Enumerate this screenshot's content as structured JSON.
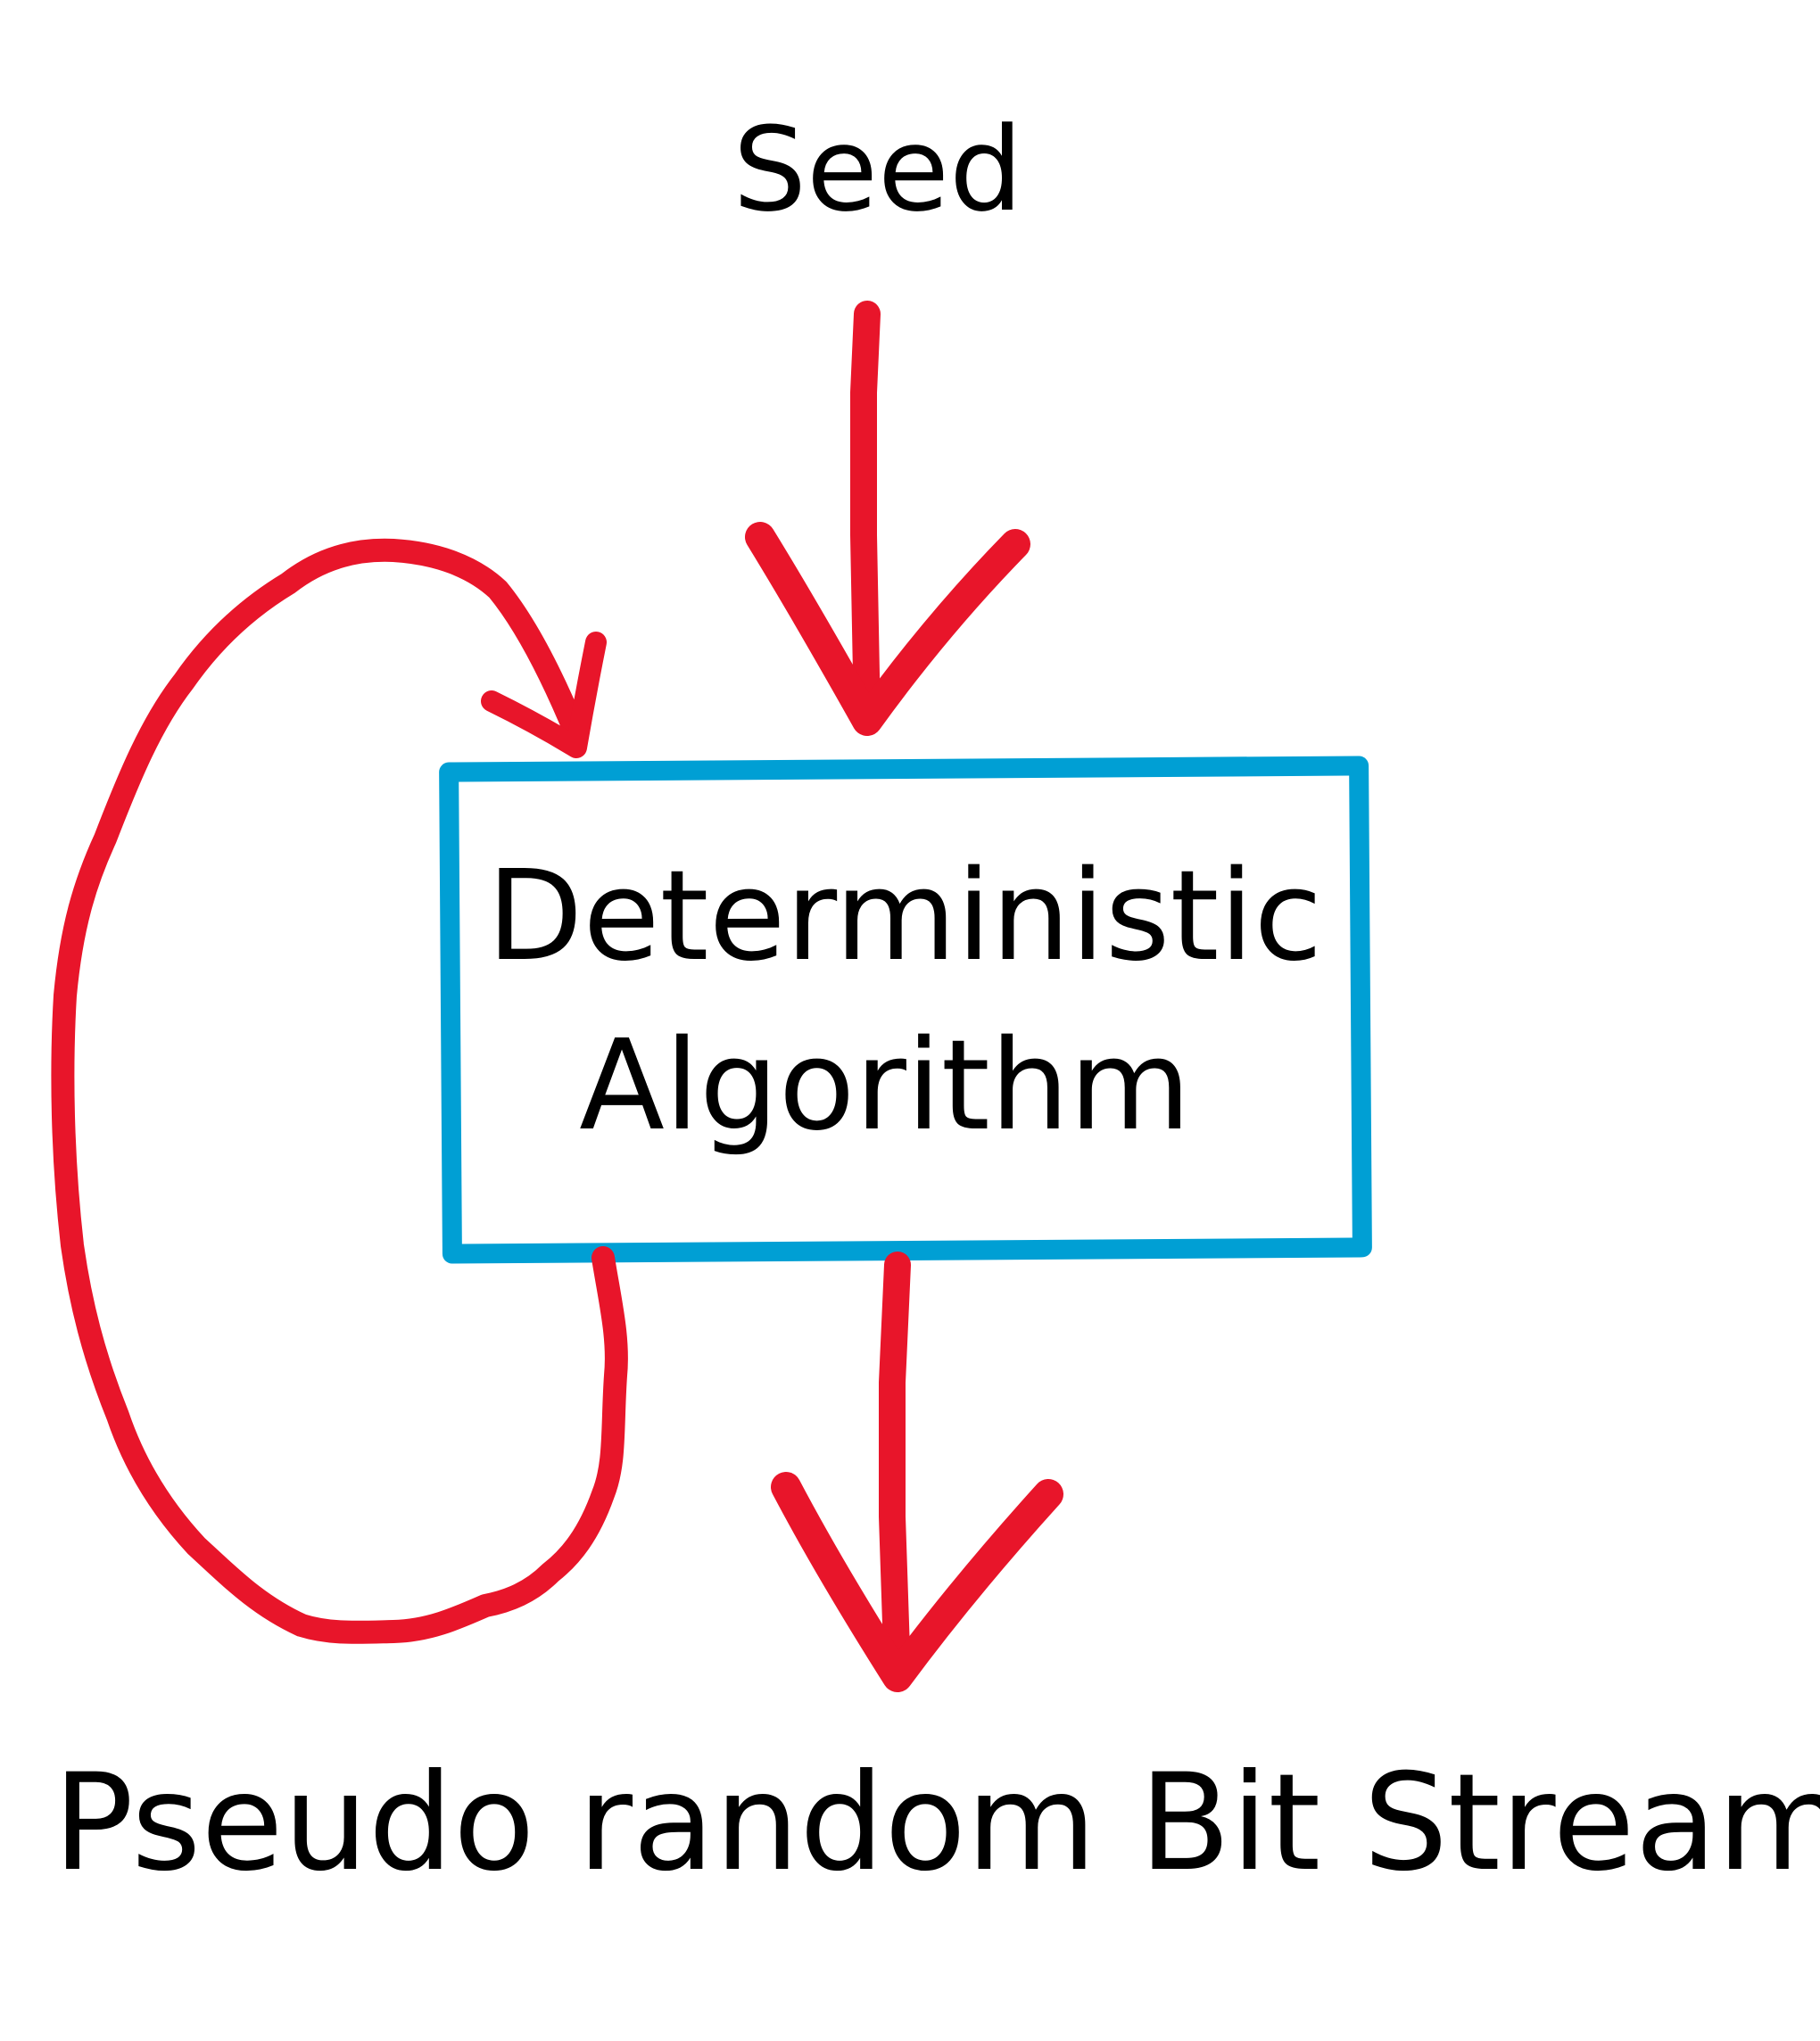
{
  "diagram": {
    "title_top": "Seed",
    "box_line1": "Deterministic",
    "box_line2": "Algorithm",
    "output": "Pseudo random Bit Stream"
  },
  "colors": {
    "arrow": "#e8152a",
    "box": "#009fd4",
    "text": "#000000"
  }
}
